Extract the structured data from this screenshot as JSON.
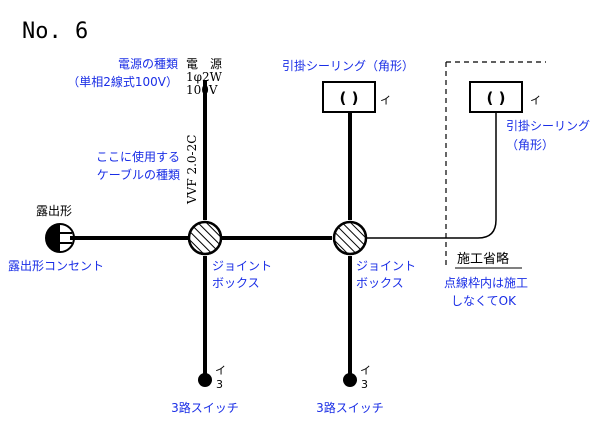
{
  "title": "No. 6",
  "power": {
    "label": "電　源",
    "spec_line1": "1φ2W",
    "spec_line2": "100V",
    "note_line1": "電源の種類",
    "note_line2": "（単相2線式100V）"
  },
  "cable": {
    "spec": "VVF 2.0-2C",
    "note_line1": "ここに使用する",
    "note_line2": "ケーブルの種類"
  },
  "outlet": {
    "label": "露出形",
    "note": "露出形コンセント"
  },
  "jb1": {
    "line1": "ジョイント",
    "line2": "ボックス"
  },
  "jb2": {
    "line1": "ジョイント",
    "line2": "ボックス"
  },
  "ceiling1": {
    "symbol": "( )",
    "tag": "イ",
    "note": "引掛シーリング（角形）"
  },
  "ceiling2": {
    "symbol": "( )",
    "tag": "イ",
    "note_line1": "引掛シーリング",
    "note_line2": "（角形）"
  },
  "omit": {
    "label": "施工省略",
    "note_line1": "点線枠内は施工",
    "note_line2": "しなくてOK"
  },
  "switch1": {
    "tag": "イ",
    "sub": "3",
    "note": "3路スイッチ"
  },
  "switch2": {
    "tag": "イ",
    "sub": "3",
    "note": "3路スイッチ"
  }
}
